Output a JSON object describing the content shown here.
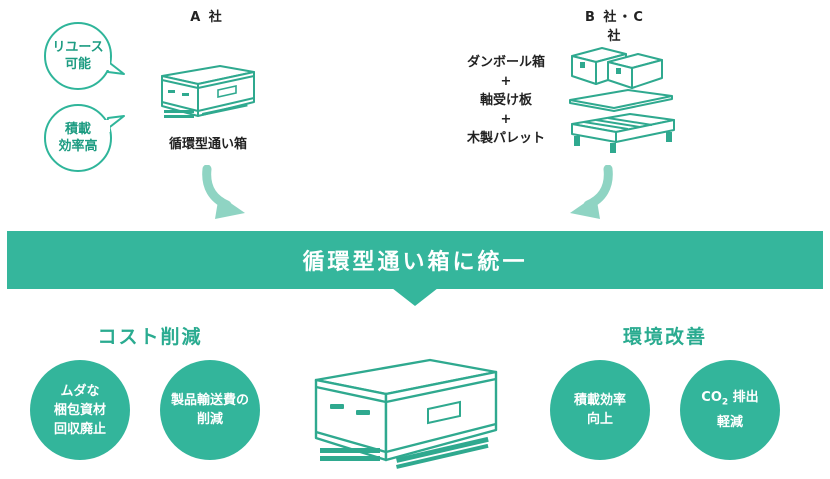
{
  "company_a": {
    "label": "A 社",
    "speech": [
      "リユース\n可能",
      "積載\n効率高"
    ],
    "item": "循環型通い箱"
  },
  "company_bc": {
    "label": "B 社・C 社",
    "items": [
      "ダンボール箱",
      "+",
      "軸受け板",
      "+",
      "木製パレット"
    ]
  },
  "banner": {
    "title": "循環型通い箱に統一"
  },
  "cost": {
    "title": "コスト削減",
    "circles": [
      "ムダな\n梱包資材\n回収廃止",
      "製品輸送費の\n削減"
    ]
  },
  "env": {
    "title": "環境改善",
    "circles": [
      "積載効率\n向上"
    ],
    "co2": {
      "main": "CO",
      "sub": "2",
      "rest": " 排出",
      "line2": "軽減"
    }
  },
  "colors": {
    "accent": "#35b69c",
    "arrow": "#8fd4c3",
    "line": "#2fa98f"
  }
}
